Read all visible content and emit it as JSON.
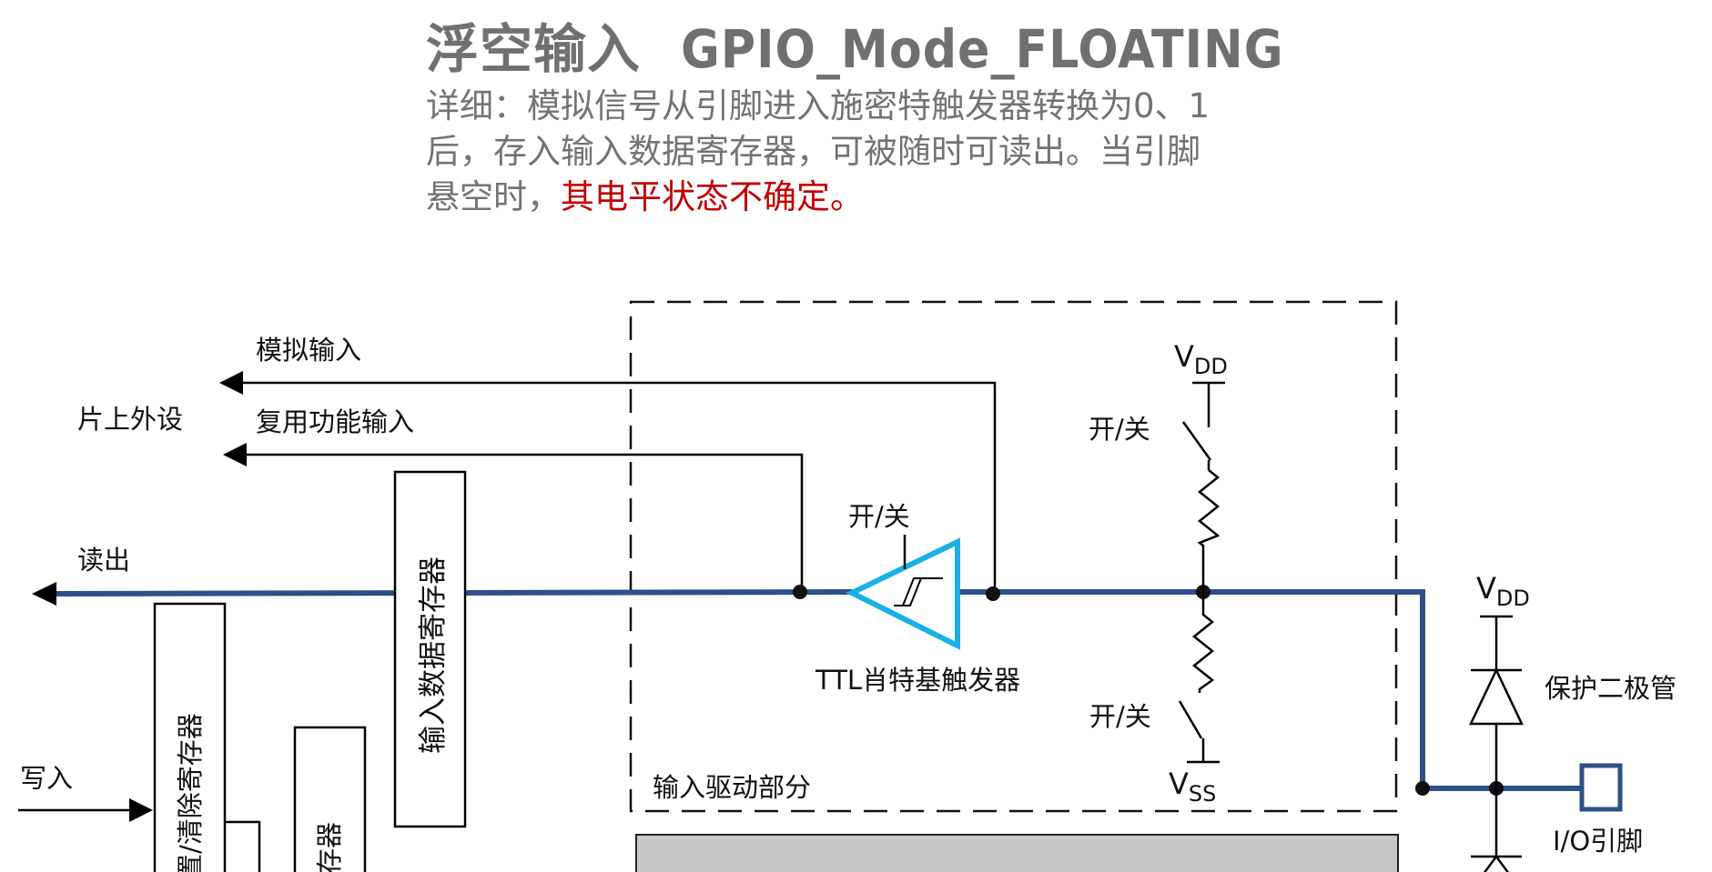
{
  "header": {
    "title_cn": "浮空输入",
    "title_en": "GPIO_Mode_FLOATING",
    "desc_line1": "详细：模拟信号从引脚进入施密特触发器转换为0、1",
    "desc_line2": "后，存入输入数据寄存器，可被随时可读出。当引脚",
    "desc_line3_prefix": "悬空时，",
    "desc_line3_highlight": "其电平状态不确定。"
  },
  "diagram": {
    "analog_input": "模拟输入",
    "onchip_peripheral": "片上外设",
    "alt_func_input": "复用功能输入",
    "read_out": "读出",
    "write_in": "写入",
    "input_data_register": "输入数据寄存器",
    "set_clear_register": "置/清除寄存器",
    "partial_register": "存器",
    "switch_upper": "开/关",
    "switch_trigger": "开/关",
    "switch_lower": "开/关",
    "vdd_inner": "V",
    "vdd_inner_sub": "DD",
    "vdd_outer": "V",
    "vdd_outer_sub": "DD",
    "vss": "V",
    "vss_sub": "SS",
    "ttl_schmitt": "TTL肖特基触发器",
    "input_driver": "输入驱动部分",
    "protection_diode": "保护二极管",
    "io_pin": "I/O引脚"
  },
  "colors": {
    "bus_blue": "#2d4f8a",
    "trigger_cyan": "#1ab0e6",
    "warn_red": "#c00000",
    "title_gray": "#707070"
  }
}
